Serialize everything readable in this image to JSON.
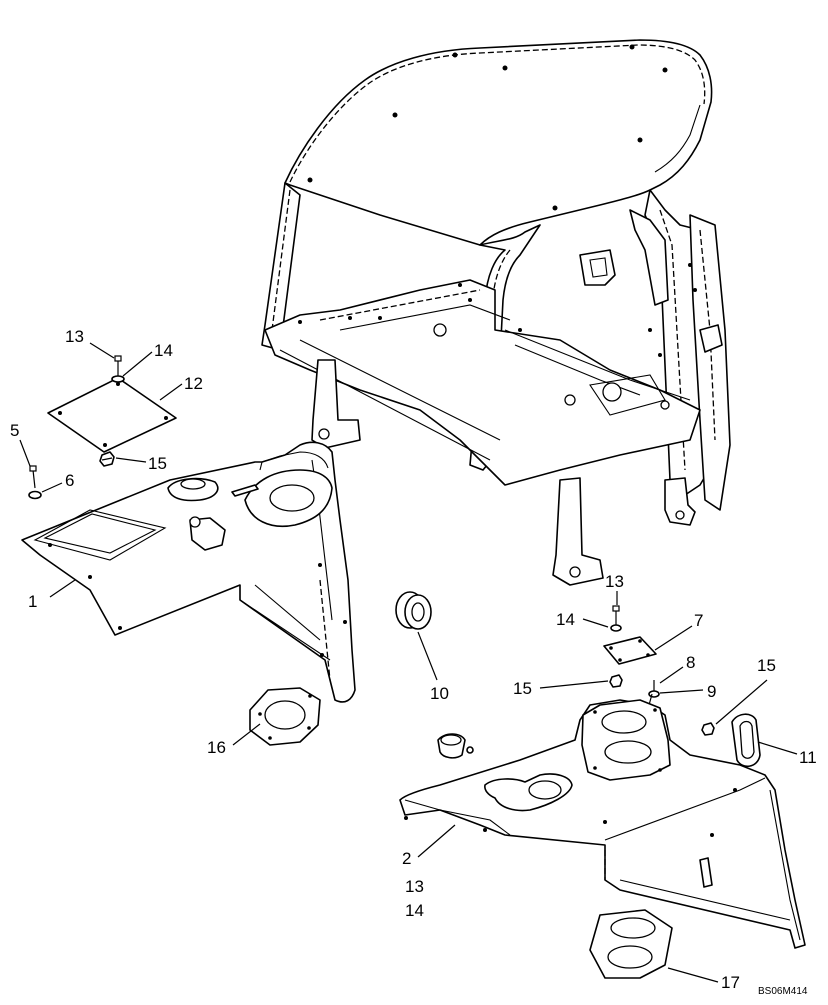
{
  "diagram": {
    "drawing_code": "BS06M414",
    "callouts": [
      {
        "id": "c1",
        "label": "1"
      },
      {
        "id": "c2",
        "label": "2"
      },
      {
        "id": "c2b",
        "label": "13"
      },
      {
        "id": "c2c",
        "label": "14"
      },
      {
        "id": "c5",
        "label": "5"
      },
      {
        "id": "c6",
        "label": "6"
      },
      {
        "id": "c7",
        "label": "7"
      },
      {
        "id": "c8",
        "label": "8"
      },
      {
        "id": "c9",
        "label": "9"
      },
      {
        "id": "c10",
        "label": "10"
      },
      {
        "id": "c11",
        "label": "11"
      },
      {
        "id": "c12",
        "label": "12"
      },
      {
        "id": "c13a",
        "label": "13"
      },
      {
        "id": "c14a",
        "label": "14"
      },
      {
        "id": "c15a",
        "label": "15"
      },
      {
        "id": "c13b",
        "label": "13"
      },
      {
        "id": "c14b",
        "label": "14"
      },
      {
        "id": "c15b",
        "label": "15"
      },
      {
        "id": "c15c",
        "label": "15"
      },
      {
        "id": "c16",
        "label": "16"
      },
      {
        "id": "c17",
        "label": "17"
      }
    ]
  }
}
